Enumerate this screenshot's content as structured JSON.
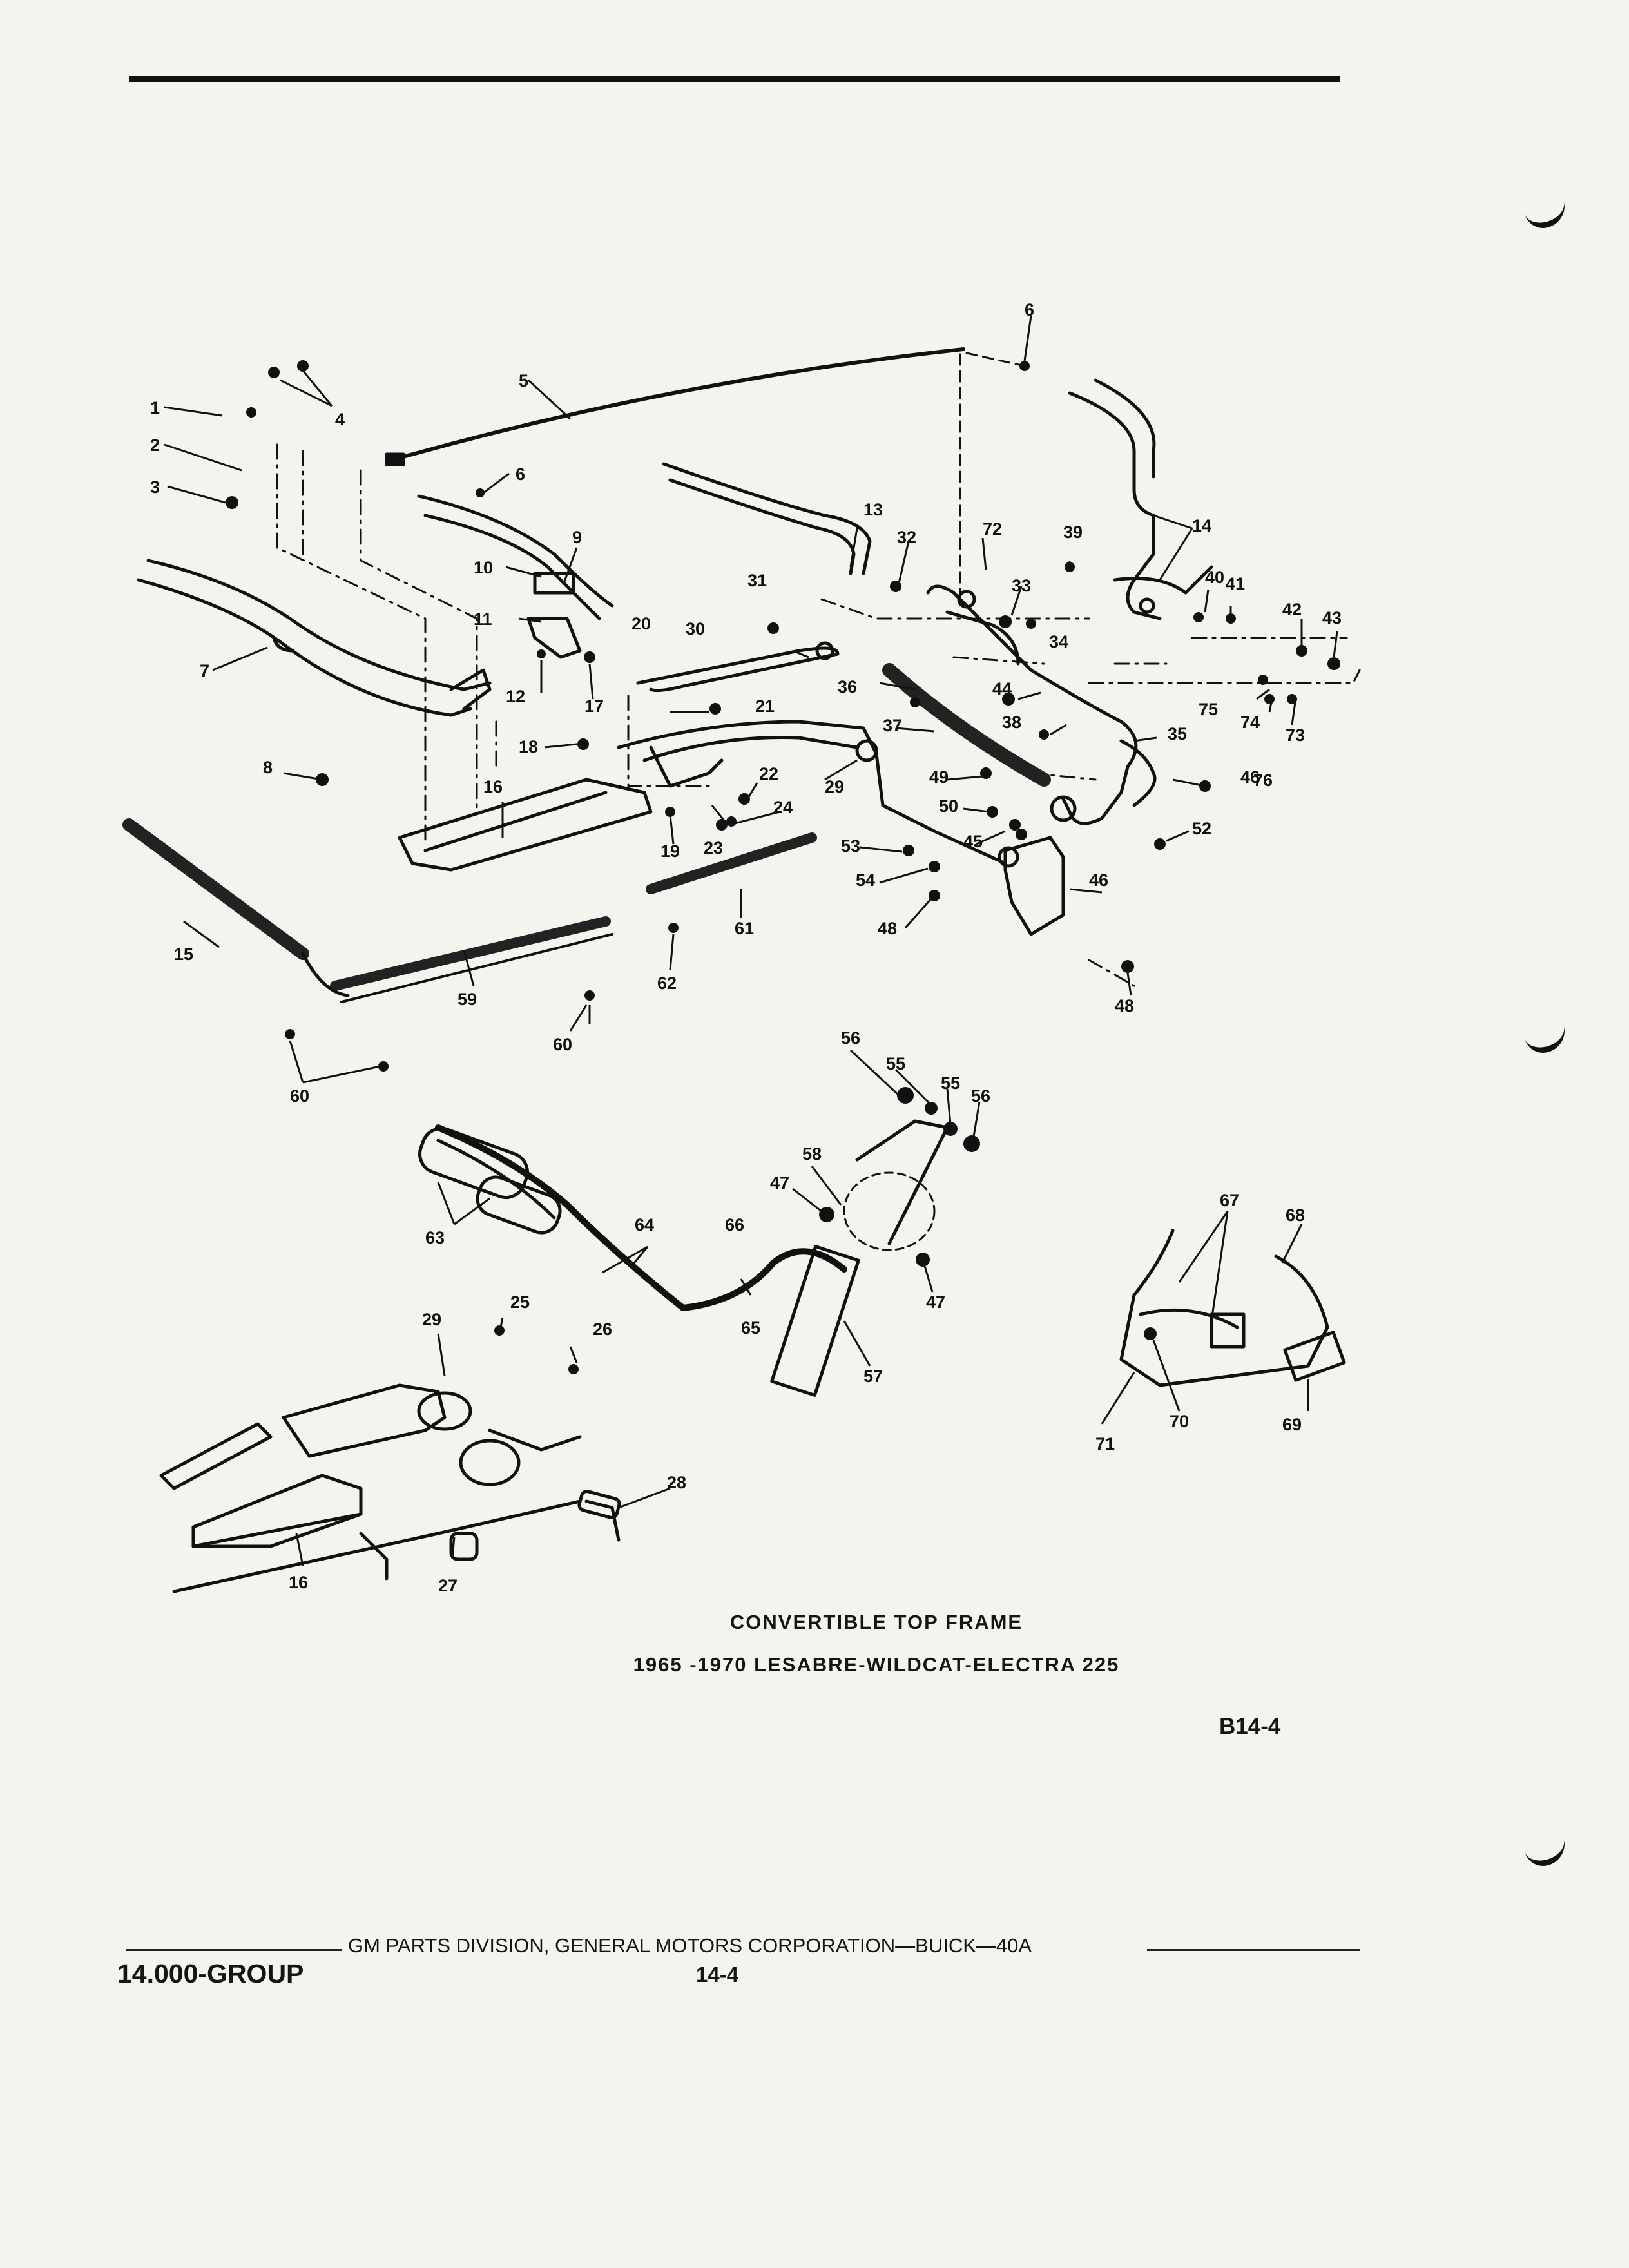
{
  "figure": {
    "title": "CONVERTIBLE TOP  FRAME",
    "subtitle": "1965 -1970  LESABRE-WILDCAT-ELECTRA 225",
    "code": "B14-4"
  },
  "footer": {
    "division": "GM PARTS DIVISION,  GENERAL MOTORS CORPORATION—BUICK—40A",
    "group": "14.000-GROUP",
    "page": "14-4"
  },
  "callouts": [
    "1",
    "2",
    "3",
    "4",
    "5",
    "6",
    "6",
    "7",
    "8",
    "9",
    "10",
    "11",
    "12",
    "13",
    "14",
    "15",
    "16",
    "16",
    "17",
    "18",
    "19",
    "20",
    "21",
    "22",
    "23",
    "24",
    "25",
    "26",
    "27",
    "28",
    "29",
    "29",
    "30",
    "31",
    "32",
    "33",
    "34",
    "35",
    "36",
    "37",
    "38",
    "39",
    "40",
    "41",
    "42",
    "43",
    "44",
    "45",
    "46",
    "46",
    "47",
    "47",
    "48",
    "48",
    "49",
    "50",
    "52",
    "53",
    "54",
    "55",
    "55",
    "56",
    "56",
    "57",
    "58",
    "59",
    "60",
    "60",
    "61",
    "62",
    "63",
    "64",
    "65",
    "66",
    "67",
    "68",
    "69",
    "70",
    "71",
    "72",
    "73",
    "74",
    "75",
    "76"
  ],
  "colors": {
    "ink": "#111111",
    "paper": "#f4f3ee"
  }
}
